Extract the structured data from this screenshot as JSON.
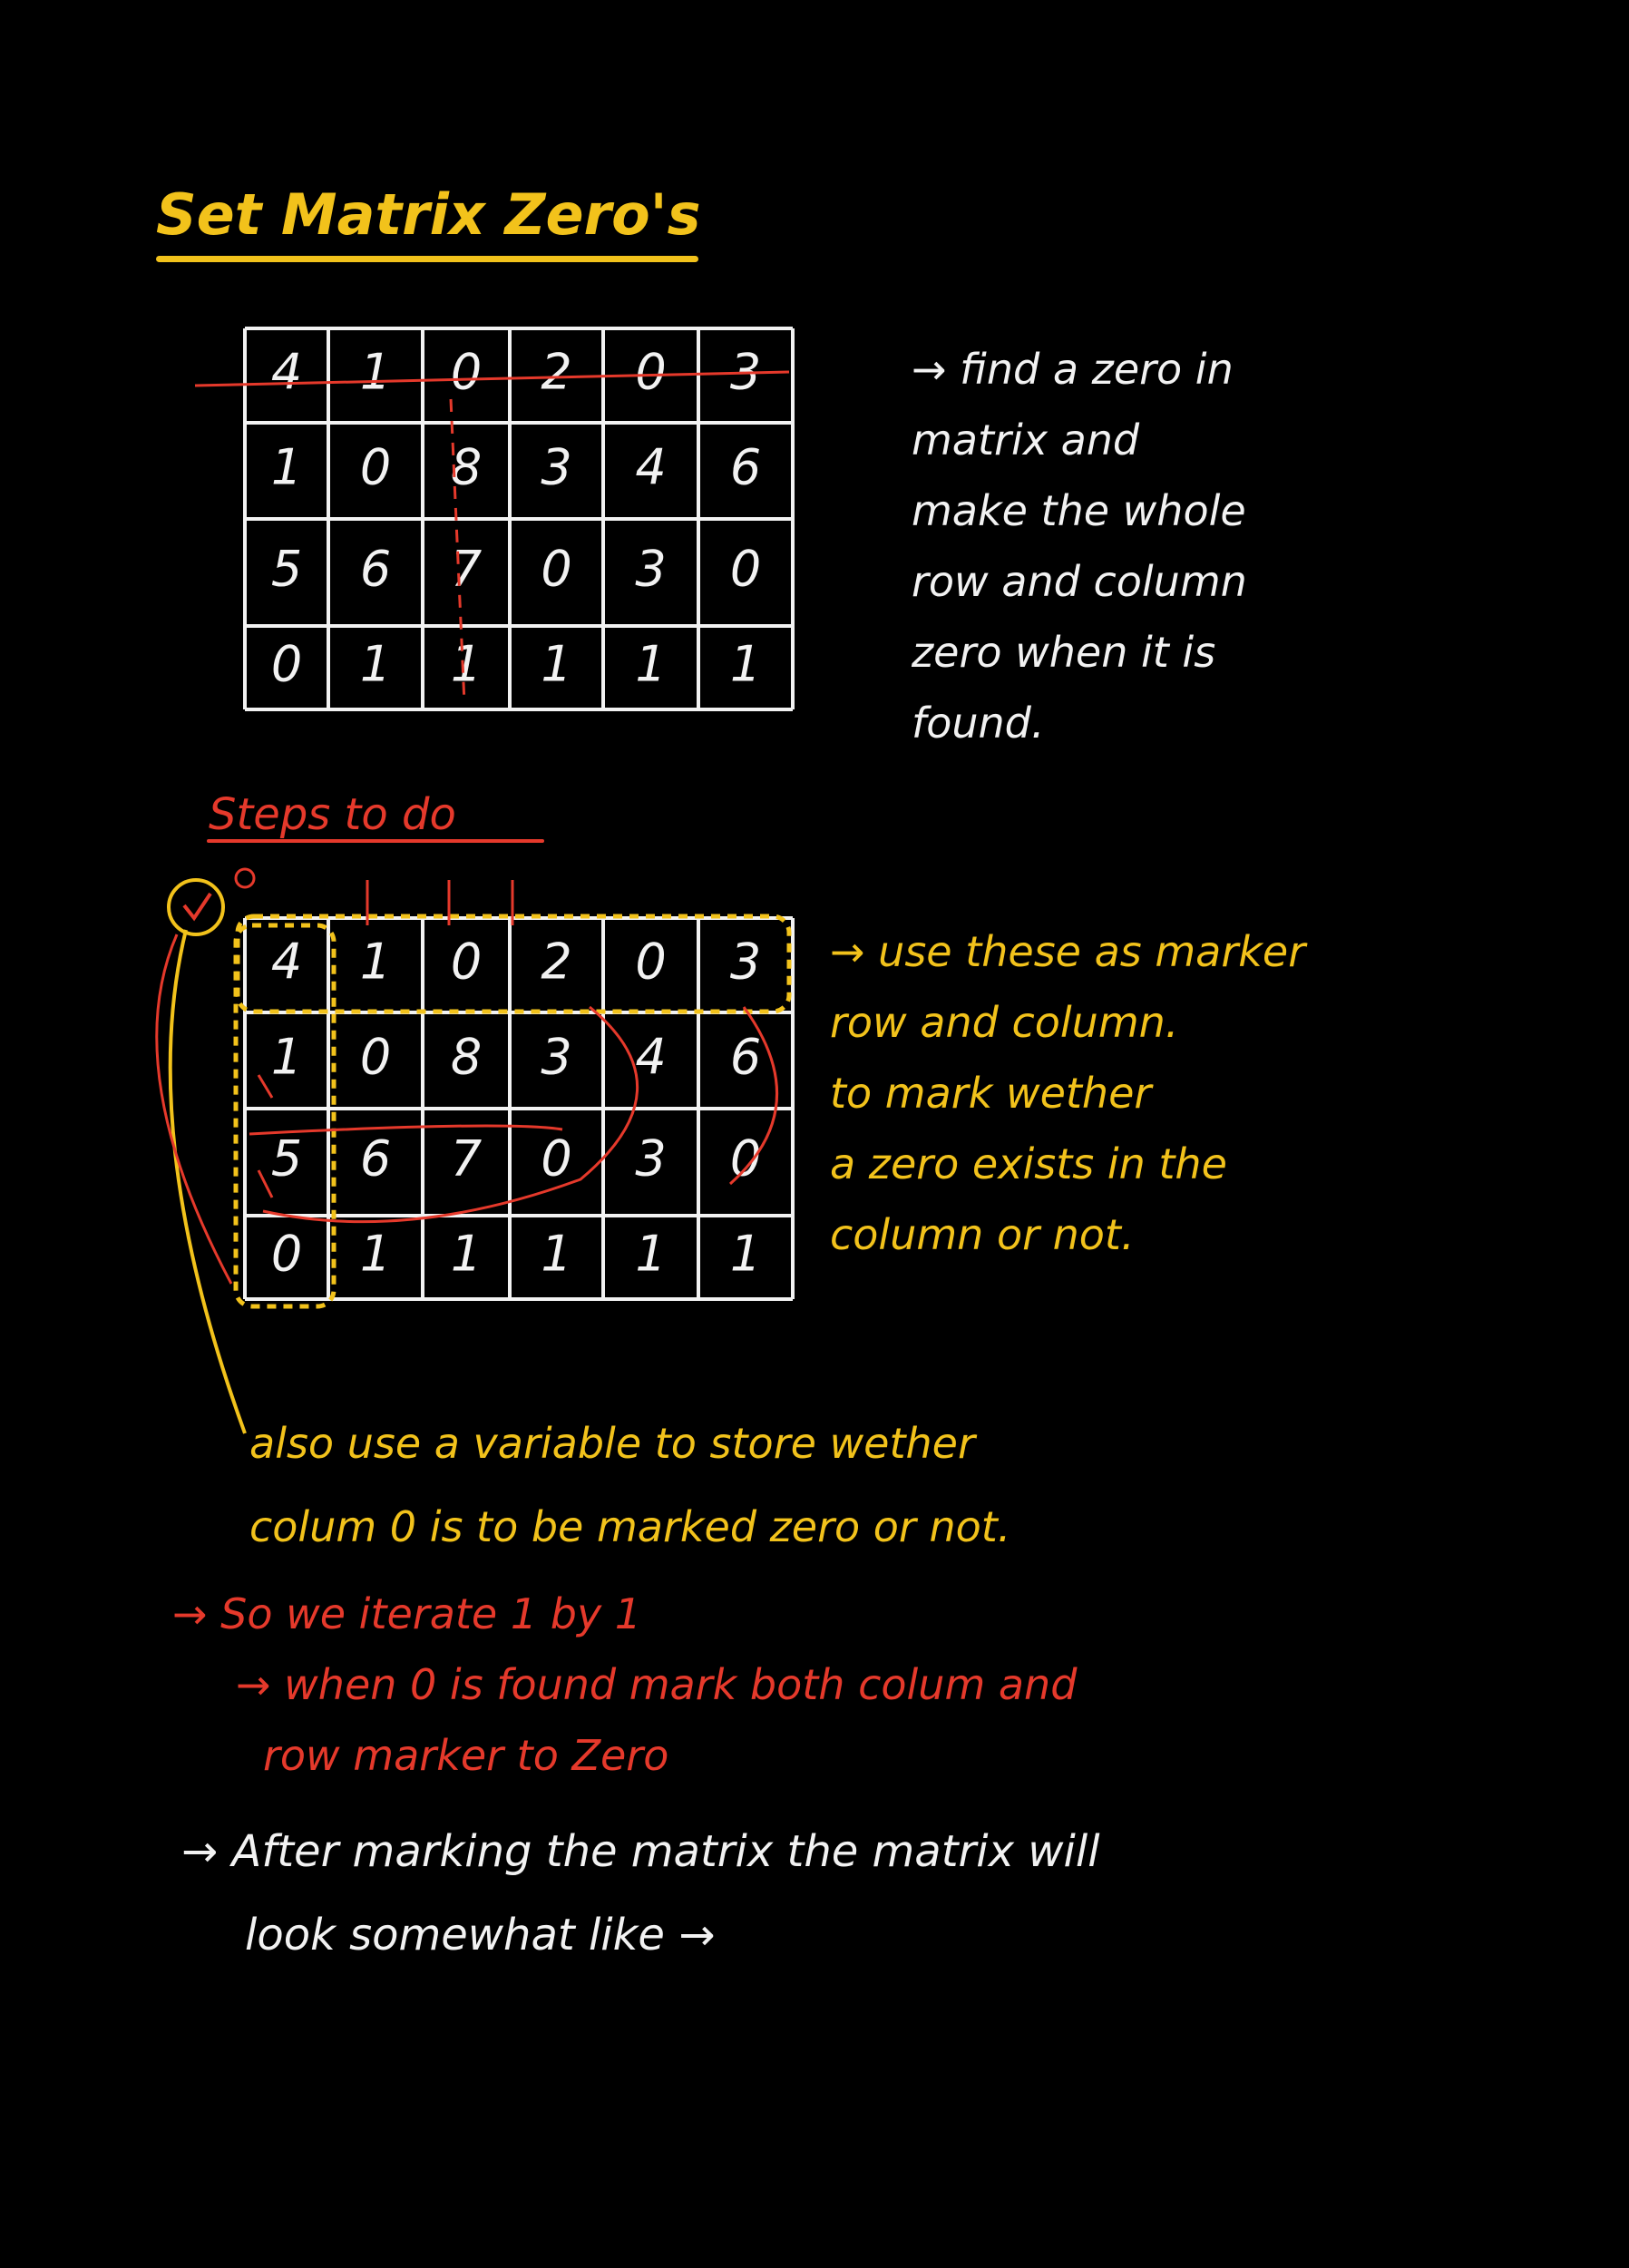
{
  "title": "Set Matrix Zero's",
  "matrix": [
    [
      "4",
      "1",
      "0",
      "2",
      "0",
      "3"
    ],
    [
      "1",
      "0",
      "8",
      "3",
      "4",
      "6"
    ],
    [
      "5",
      "6",
      "7",
      "0",
      "3",
      "0"
    ],
    [
      "0",
      "1",
      "1",
      "1",
      "1",
      "1"
    ]
  ],
  "note_find": [
    "→ find a zero in",
    "matrix and",
    "make the whole",
    "row and column",
    "zero when it is",
    "found."
  ],
  "steps_heading": "Steps to do",
  "note_markers": [
    "→ use these as marker",
    "row and column.",
    "to mark wether",
    "a zero exists in the",
    "column or not."
  ],
  "note_variable": [
    "also use a variable to store wether",
    "colum 0 is to be marked zero or not."
  ],
  "note_iterate": [
    "→ So we iterate 1 by 1",
    "→ when 0 is found mark both colum and",
    "row marker to Zero"
  ],
  "note_after": [
    "→ After marking the matrix the matrix will",
    "look somewhat like →"
  ],
  "colors": {
    "background": "#000000",
    "yellow": "#f2c21b",
    "white": "#f2f2f2",
    "red": "#e5392b"
  }
}
